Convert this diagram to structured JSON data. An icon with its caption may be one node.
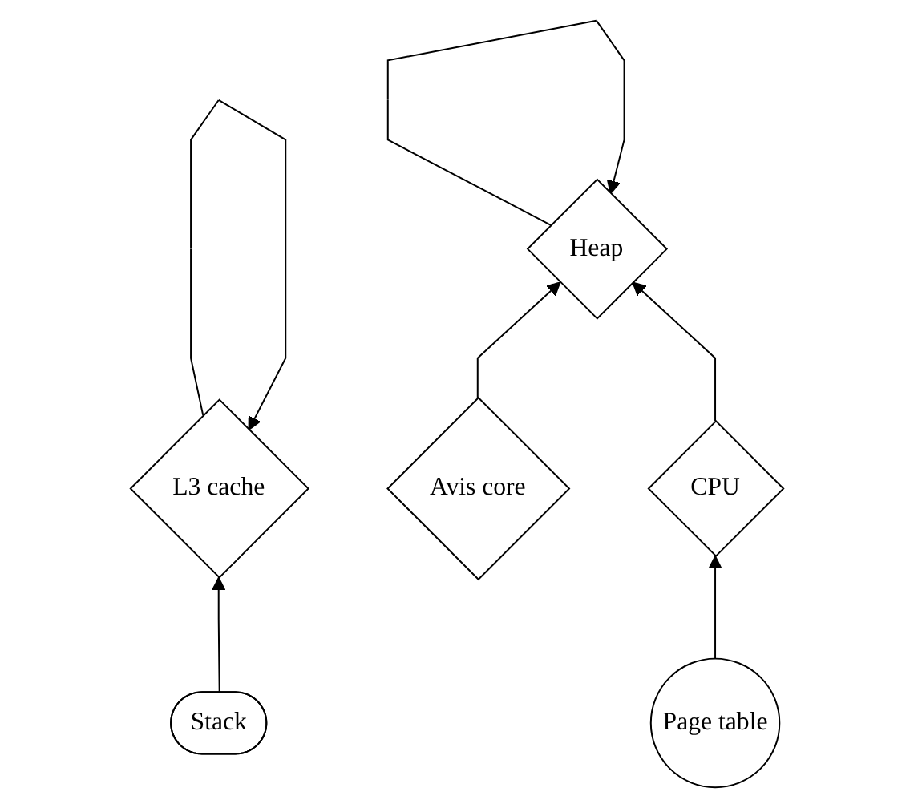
{
  "diagram": {
    "nodes": [
      {
        "text": [
          "L3 cache"
        ]
      },
      {
        "text": [
          "Stack"
        ]
      },
      {
        "text": [
          "Heap"
        ]
      },
      {
        "text": [
          "Avis core"
        ]
      },
      {
        "text": [
          "CPU"
        ]
      },
      {
        "text": [
          "Page table"
        ]
      }
    ],
    "edges": [
      {
        "from": 0,
        "to": 0,
        "arrow": "to"
      },
      {
        "from": 1,
        "to": 0,
        "arrow": "to"
      },
      {
        "from": 2,
        "to": 2,
        "arrow": "to"
      },
      {
        "from": 3,
        "to": 2,
        "arrow": "to"
      },
      {
        "from": 4,
        "to": 2,
        "arrow": "to"
      },
      {
        "from": 5,
        "to": 4,
        "arrow": "to"
      }
    ]
  }
}
